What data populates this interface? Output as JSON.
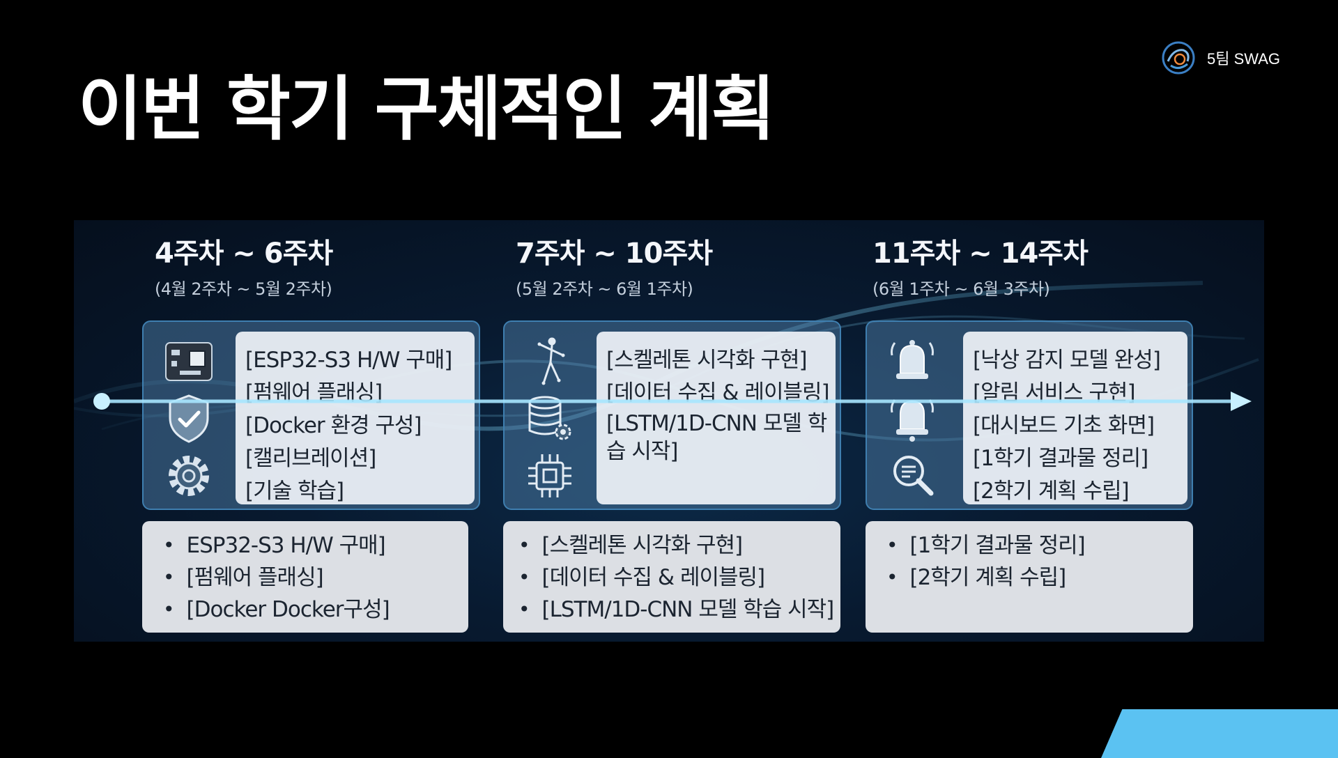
{
  "title": "이번 학기 구체적인 계획",
  "brand": {
    "name": "5팀 SWAG"
  },
  "colors": {
    "accent": "#5bc2f2",
    "panel_bg": "#081a30",
    "card_border": "#3f7fb0"
  },
  "phases": [
    {
      "weeks": "4주차 ~ 6주차",
      "range": "(4월 2주차 ~ 5월 2주차)",
      "icons": [
        "circuit-board-icon",
        "shield-check-icon",
        "gear-icon"
      ],
      "tasks": [
        "[ESP32-S3 H/W 구매]",
        "[펌웨어 플래싱]",
        "[Docker 환경 구성]",
        "[캘리브레이션]",
        "[기술 학습]"
      ],
      "bullets": [
        "ESP32-S3 H/W 구매]",
        "[펌웨어 플래싱]",
        "[Docker Docker구성]"
      ]
    },
    {
      "weeks": "7주차 ~ 10주차",
      "range": "(5월 2주차 ~ 6월 1주차)",
      "icons": [
        "skeleton-figure-icon",
        "database-gear-icon",
        "chip-icon"
      ],
      "tasks": [
        "[스켈레톤 시각화 구현]",
        "[데이터 수집 & 레이블링]",
        "[LSTM/1D-CNN 모델 학습 시작]"
      ],
      "bullets": [
        "[스켈레톤 시각화 구현]",
        "[데이터 수집 & 레이블링]",
        "[LSTM/1D-CNN 모델 학습 시작]"
      ]
    },
    {
      "weeks": "11주차 ~ 14주차",
      "range": "(6월 1주차 ~ 6월 3주차)",
      "icons": [
        "alarm-bell-icon",
        "alarm-bell-icon",
        "search-report-icon"
      ],
      "tasks": [
        "[낙상 감지 모델 완성]",
        "[알림 서비스 구현]",
        "[대시보드 기초 화면]",
        "[1학기 결과물 정리]",
        "[2학기 계획 수립]"
      ],
      "bullets": [
        "[1학기 결과물 정리]",
        "[2학기 계획 수립]"
      ]
    }
  ]
}
